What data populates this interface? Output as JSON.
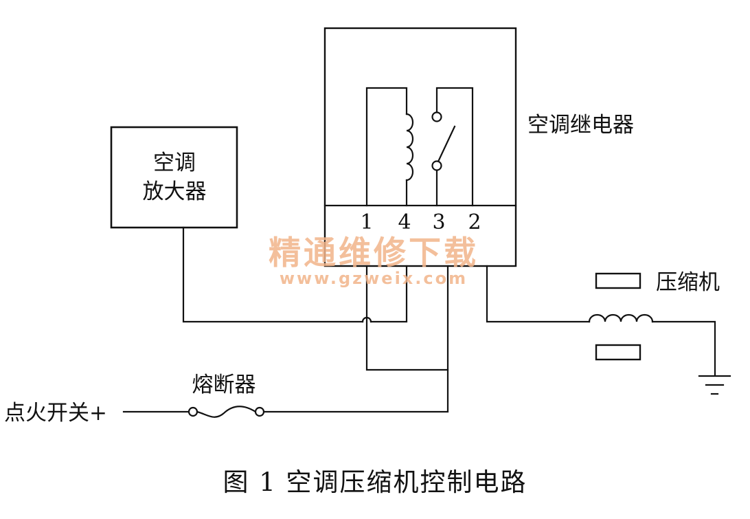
{
  "labels": {
    "amplifier_line1": "空调",
    "amplifier_line2": "放大器",
    "relay": "空调继电器",
    "compressor": "压缩机",
    "fuse": "熔断器",
    "ignition": "点火开关+"
  },
  "relay_pins": [
    "1",
    "4",
    "3",
    "2"
  ],
  "caption": "图 1  空调压缩机控制电路",
  "watermark": {
    "cn": "精通维修下载",
    "url": "www.gzweix.com",
    "color": "#f2b48a"
  },
  "colors": {
    "line": "#111111",
    "background": "#ffffff"
  }
}
